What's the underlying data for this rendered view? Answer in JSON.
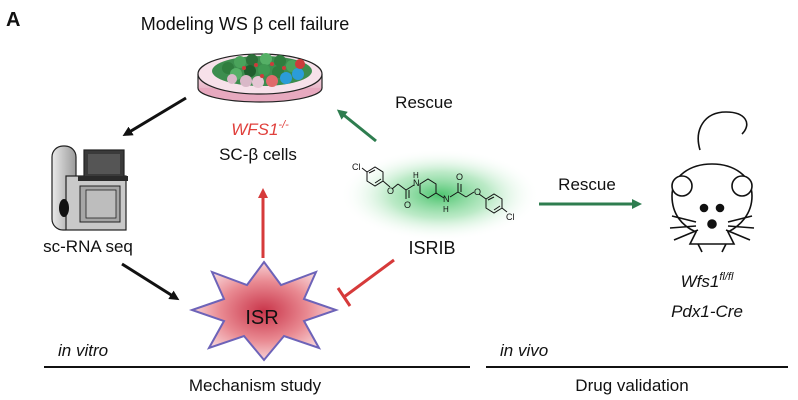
{
  "panel_letter": "A",
  "title": "Modeling WS β cell failure",
  "cells": {
    "gene": "WFS1",
    "genotype": "-/-",
    "name": "SC-β cells"
  },
  "sequencing": {
    "label": "sc-RNA seq"
  },
  "drug": {
    "name": "ISRIB",
    "atoms": {
      "cl": "Cl",
      "o": "O",
      "n": "N",
      "h": "H"
    }
  },
  "isr": {
    "label": "ISR"
  },
  "rescue_in_vitro": "Rescue",
  "rescue_in_vivo": "Rescue",
  "mouse": {
    "gene": "Wfs1",
    "genotype": "fl/fl",
    "cre": "Pdx1-Cre"
  },
  "sections": {
    "in_vitro": "in vitro",
    "in_vivo": "in vivo",
    "mechanism": "Mechanism study",
    "validation": "Drug validation"
  },
  "colors": {
    "rescue_green": "#2e7d4f",
    "inhibit_red": "#d63a3a",
    "wfs_red": "#e0403c",
    "isr_fill": "#e87a80",
    "isr_outline": "#6d63b8",
    "glow_green": "#4fc46e"
  }
}
